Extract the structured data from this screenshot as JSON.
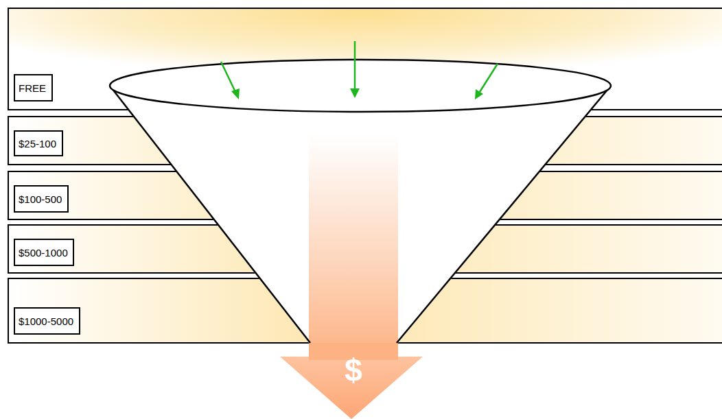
{
  "diagram": {
    "nodes": [
      {
        "text": [
          "FREE"
        ]
      },
      {
        "text": [
          "$25-100"
        ]
      },
      {
        "text": [
          "$100-500"
        ]
      },
      {
        "text": [
          "$500-1000"
        ]
      },
      {
        "text": [
          "$1000-5000"
        ]
      }
    ],
    "edges": [],
    "labels": [
      "$"
    ]
  }
}
